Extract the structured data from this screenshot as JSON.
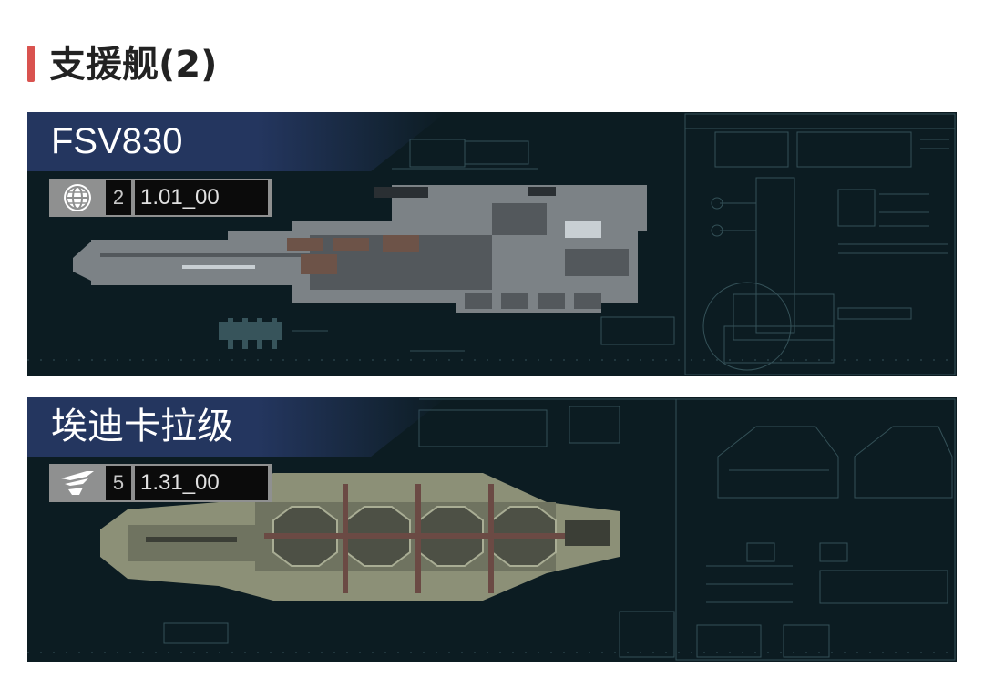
{
  "section": {
    "title": "支援舰(2)"
  },
  "ships": [
    {
      "name": "FSV830",
      "faction_icon": "globe-faction-icon",
      "count": "2",
      "code": "1.01_00"
    },
    {
      "name": "埃迪卡拉级",
      "faction_icon": "wing-faction-icon",
      "count": "5",
      "code": "1.31_00"
    }
  ],
  "colors": {
    "accent": "#d9534f",
    "card_bg": "#0c1c22",
    "banner": "#24365f"
  }
}
